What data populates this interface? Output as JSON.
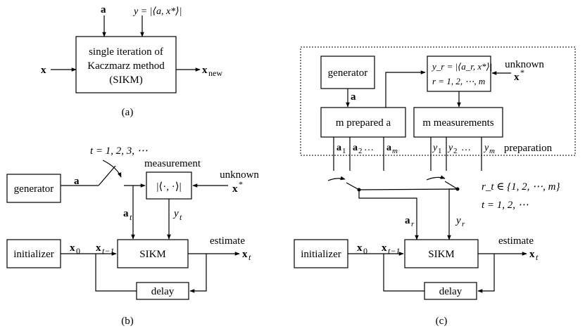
{
  "diagram_a": {
    "input_a": "a",
    "input_y_math": "y = |⟨a, x*⟩|",
    "input_x": "x",
    "output": "x",
    "output_sub": "new",
    "box_lines": [
      "single iteration of",
      "Kaczmarz method",
      "(SIKM)"
    ],
    "caption": "(a)"
  },
  "diagram_b": {
    "time_label": "t = 1, 2, 3, ⋯",
    "generator": "generator",
    "a_label": "a",
    "measurement_label": "measurement",
    "measurement_box": "|⟨·, ·⟩|",
    "unknown": "unknown",
    "unknown_x": "x",
    "at_label": "a",
    "yt_label": "y",
    "t_sub": "t",
    "initializer": "initializer",
    "x0": "x",
    "x0_sub": "0",
    "xt1": "x",
    "xt1_sub": "t−1",
    "sikm": "SIKM",
    "estimate": "estimate",
    "xt": "x",
    "delay": "delay",
    "caption": "(b)"
  },
  "diagram_c": {
    "generator": "generator",
    "a_label": "a",
    "meas_formula": "y_r = |⟨a_r, x*⟩|",
    "meas_range": "r = 1, 2, ⋯, m",
    "unknown": "unknown",
    "unknown_x": "x",
    "prepared": "m prepared a",
    "measurements": "m measurements",
    "a_outputs": [
      "a",
      "a",
      "…",
      "a"
    ],
    "a_subs": [
      "1",
      "2",
      "",
      "m"
    ],
    "y_outputs": [
      "y",
      "y",
      "…",
      "y"
    ],
    "y_subs": [
      "1",
      "2",
      "",
      "m"
    ],
    "preparation": "preparation",
    "rt_set": "r_t ∈ {1, 2, ⋯, m}",
    "t_range": "t = 1, 2, ⋯",
    "a_rt": "a",
    "y_rt": "y",
    "rt_sub": "r",
    "initializer": "initializer",
    "x0": "x",
    "x0_sub": "0",
    "xt1": "x",
    "xt1_sub": "t−1",
    "sikm": "SIKM",
    "estimate": "estimate",
    "xt": "x",
    "t_sub": "t",
    "delay": "delay",
    "caption": "(c)"
  }
}
